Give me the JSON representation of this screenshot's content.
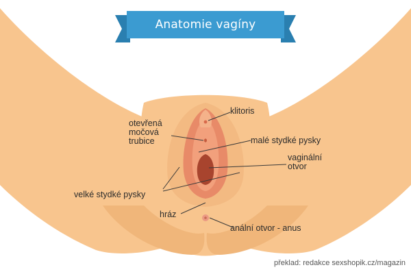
{
  "title": "Anatomie vagíny",
  "labels": {
    "klitoris": "klitoris",
    "mocova_trubice": [
      "otevřená",
      "močová",
      "trubice"
    ],
    "male_stydke_pysky": "malé stydké pysky",
    "vaginalni_otvor": [
      "vaginální",
      "otvor"
    ],
    "velke_stydke_pysky": "velké stydké pysky",
    "hraz": "hráz",
    "analni_otvor": "anální otvor - anus"
  },
  "credit": "překlad: redakce sexshopik.cz/magazin",
  "colors": {
    "banner": "#3b9bd1",
    "banner_ribbon": "#2a7fb0",
    "skin": "#f8c58e",
    "skin_shadow": "#f0b67a",
    "labia_majora": "#f3ba82",
    "labia_minora": "#e88a68",
    "inner": "#f2a07c",
    "vaginal_opening": "#a8442e",
    "leader_lines": "#3a3a3a"
  }
}
